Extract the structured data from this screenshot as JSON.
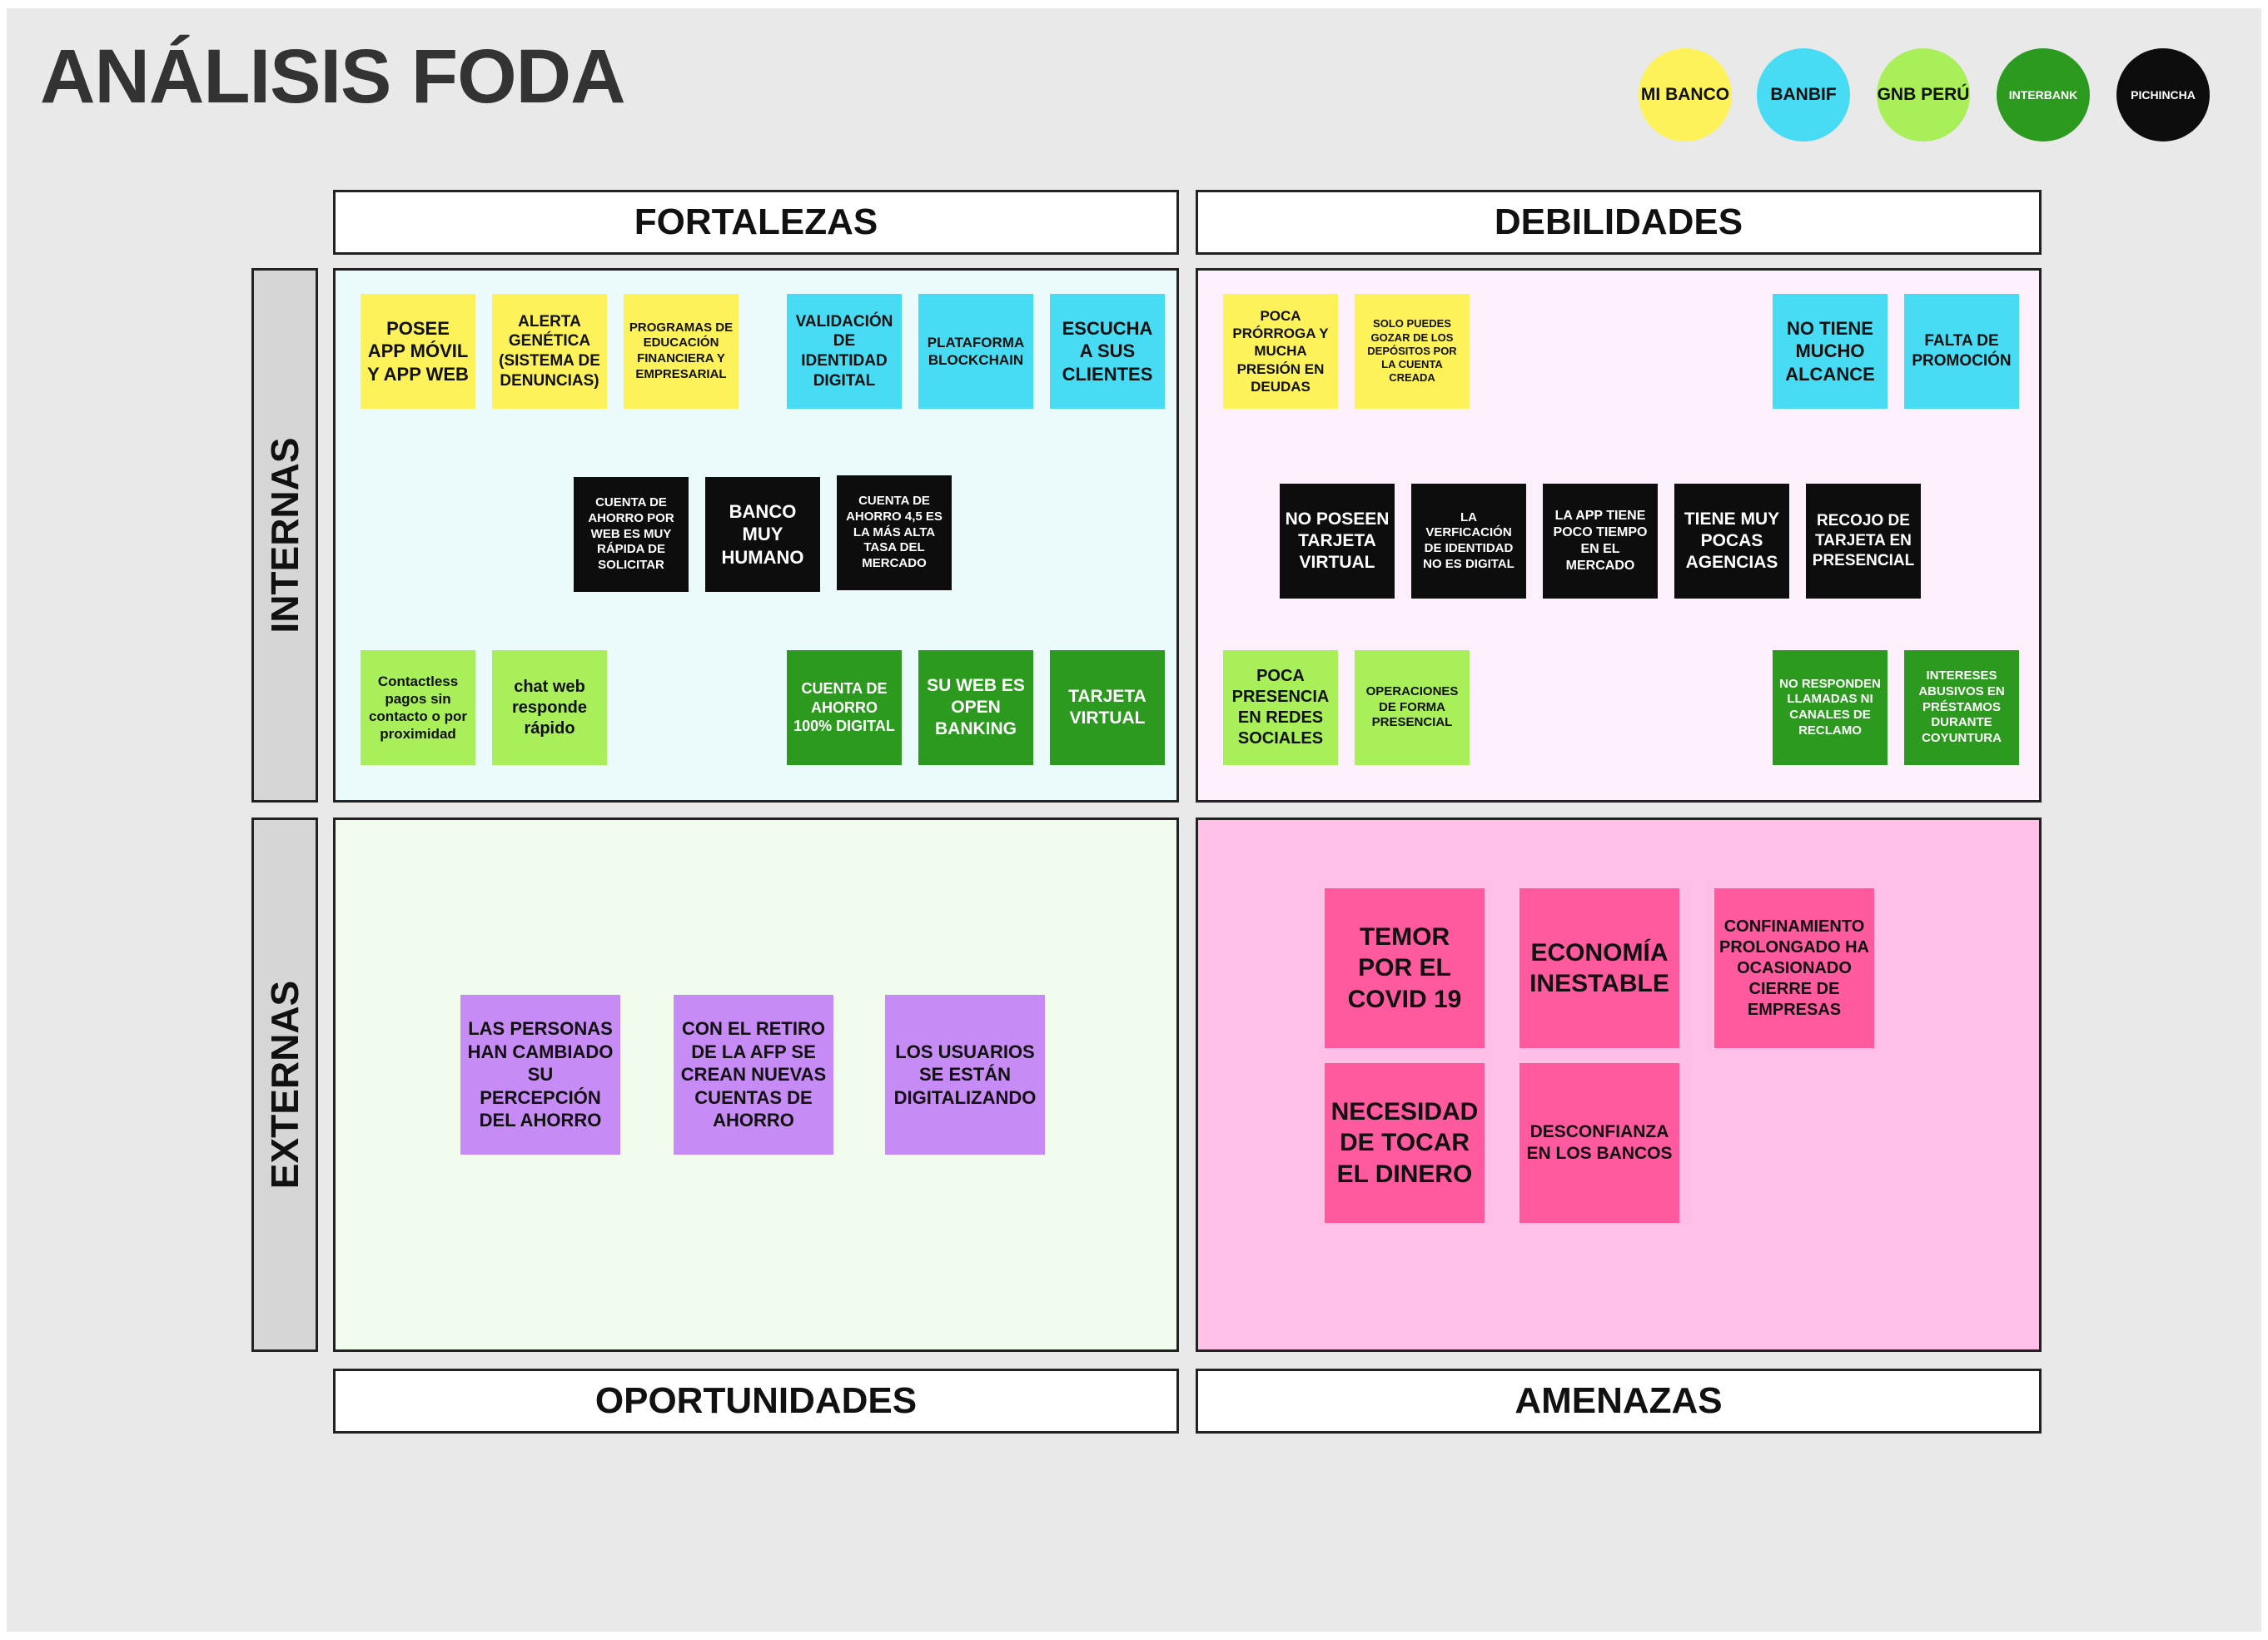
{
  "title": "ANÁLISIS FODA",
  "legend": [
    {
      "label": "MI BANCO",
      "color": "#fdf25a"
    },
    {
      "label": "BANBIF",
      "color": "#47dcf3"
    },
    {
      "label": "GNB PERÚ",
      "color": "#a8ef5a"
    },
    {
      "label": "INTERBANK",
      "color": "#2b9a1e"
    },
    {
      "label": "PICHINCHA",
      "color": "#0d0d0d"
    }
  ],
  "headers": {
    "fortalezas": "FORTALEZAS",
    "debilidades": "DEBILIDADES",
    "oportunidades": "OPORTUNIDADES",
    "amenazas": "AMENAZAS",
    "internas": "INTERNAS",
    "externas": "EXTERNAS"
  },
  "fortalezas": [
    "POSEE APP MÓVIL Y APP WEB",
    "ALERTA GENÉTICA (SISTEMA DE DENUNCIAS)",
    "PROGRAMAS DE EDUCACIÓN FINANCIERA Y EMPRESARIAL",
    "VALIDACIÓN DE IDENTIDAD DIGITAL",
    "PLATAFORMA BLOCKCHAIN",
    "ESCUCHA A SUS CLIENTES",
    "CUENTA DE AHORRO POR WEB ES MUY RÁPIDA DE SOLICITAR",
    "BANCO MUY HUMANO",
    "CUENTA DE AHORRO 4,5 ES LA MÁS ALTA TASA DEL MERCADO",
    "Contactless pagos sin contacto o por proximidad",
    "chat web responde rápido",
    "CUENTA DE AHORRO 100% DIGITAL",
    "SU WEB ES OPEN BANKING",
    "TARJETA VIRTUAL"
  ],
  "debilidades": [
    "POCA PRÓRROGA Y MUCHA PRESIÓN EN DEUDAS",
    "SOLO PUEDES GOZAR DE LOS DEPÓSITOS POR LA CUENTA CREADA",
    "NO TIENE MUCHO ALCANCE",
    "FALTA DE PROMOCIÓN",
    "NO POSEEN TARJETA VIRTUAL",
    "LA VERFICACIÓN DE IDENTIDAD NO ES DIGITAL",
    "LA APP TIENE POCO TIEMPO EN EL MERCADO",
    "TIENE MUY POCAS AGENCIAS",
    "RECOJO DE TARJETA EN PRESENCIAL",
    "POCA PRESENCIA EN REDES SOCIALES",
    "OPERACIONES DE FORMA PRESENCIAL",
    "NO RESPONDEN LLAMADAS NI CANALES DE RECLAMO",
    "INTERESES ABUSIVOS EN PRÉSTAMOS DURANTE COYUNTURA"
  ],
  "oportunidades": [
    "LAS PERSONAS HAN CAMBIADO SU PERCEPCIÓN DEL AHORRO",
    "CON EL RETIRO DE LA AFP SE CREAN NUEVAS CUENTAS DE AHORRO",
    "LOS USUARIOS SE ESTÁN DIGITALIZANDO"
  ],
  "amenazas": [
    "TEMOR POR EL COVID 19",
    "ECONOMÍA INESTABLE",
    "CONFINAMIENTO PROLONGADO HA OCASIONADO CIERRE DE EMPRESAS",
    "NECESIDAD DE TOCAR EL DINERO",
    "DESCONFIANZA EN LOS BANCOS"
  ]
}
